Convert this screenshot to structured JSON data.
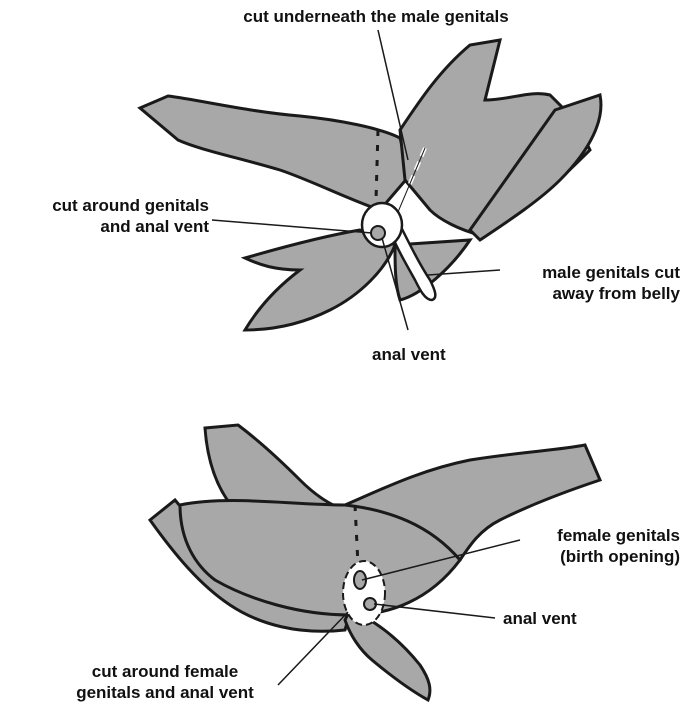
{
  "colors": {
    "body_fill": "#a8a8a8",
    "outline": "#1a1a1a",
    "background": "#ffffff",
    "cut_line": "#ffffff"
  },
  "male_diagram": {
    "top_label": "cut underneath the male genitals",
    "left_label": [
      "cut around genitals",
      "and anal vent"
    ],
    "right_label": [
      "male genitals cut",
      "away from belly"
    ],
    "bottom_label": "anal vent"
  },
  "female_diagram": {
    "right_upper_label": [
      "female genitals",
      "(birth opening)"
    ],
    "right_lower_label": "anal vent",
    "bottom_label": [
      "cut around female",
      "genitals and anal vent"
    ]
  }
}
